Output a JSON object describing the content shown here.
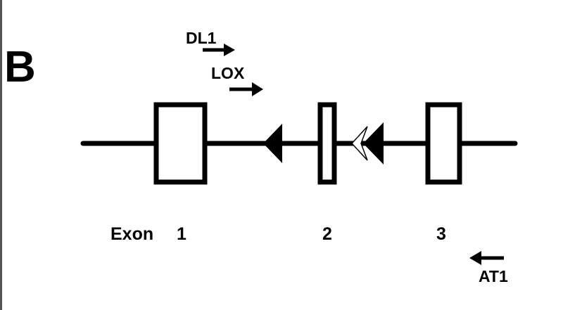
{
  "panel_label": "B",
  "primers": {
    "dl1": {
      "label": "DL1",
      "direction": "forward"
    },
    "lox": {
      "label": "LOX",
      "direction": "forward"
    },
    "at1": {
      "label": "AT1",
      "direction": "reverse"
    }
  },
  "exons": {
    "prefix": "Exon",
    "e1": "1",
    "e2": "2",
    "e3": "3"
  },
  "sites": {
    "loxp_1": {
      "style": "filled",
      "orientation": "left"
    },
    "loxp_2": {
      "style": "filled",
      "orientation": "left"
    },
    "frt": {
      "style": "open",
      "orientation": "left"
    }
  },
  "colors": {
    "line": "#000000",
    "border": "#555555",
    "background": "#ffffff"
  }
}
